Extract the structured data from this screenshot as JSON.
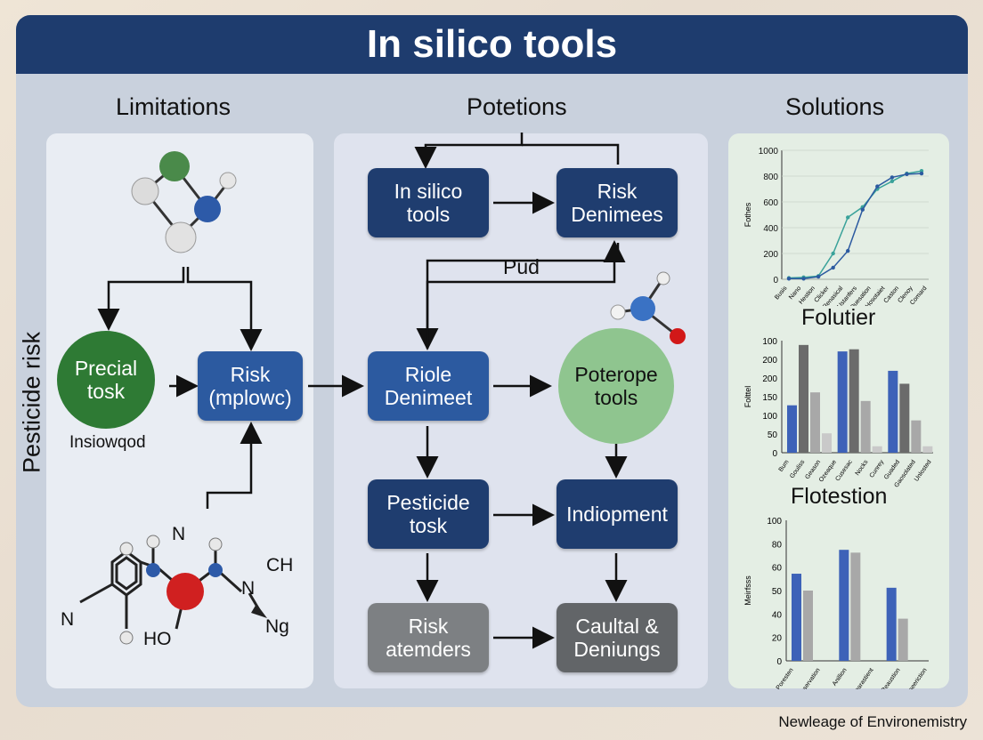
{
  "banner": {
    "title": "In silico tools"
  },
  "columns": {
    "left": "Limitations",
    "middle": "Potetions",
    "right": "Solutions"
  },
  "side_label": "Pesticide risk",
  "left": {
    "circle_label": "Precial\ntosk",
    "under_circle": "Insiowqod",
    "box_label": "Risk\n(mplowc)",
    "mol_labels": {
      "n_top": "N",
      "ch": "CH",
      "n_left": "N",
      "ho": "HO",
      "ng": "Ng"
    }
  },
  "middle": {
    "box1": "In silico\ntools",
    "box2": "Risk\nDenimees",
    "pud": "Pud",
    "box3": "Riole\nDenimeet",
    "circle": "Poterope\ntools",
    "box4": "Pesticide\ntosk",
    "box5": "Indiopment",
    "box6": "Risk\natemders",
    "box7": "Caultal &\nDeniungs"
  },
  "colors": {
    "navy": "#1f3d6f",
    "blue": "#2c5aa0",
    "green": "#2e7a34",
    "light_green": "#8fc58f",
    "gray": "#7d8083"
  },
  "charts": {
    "chart1": {
      "type": "line",
      "ylabel": "Fothes",
      "yticks": [
        "1000",
        "800",
        "600",
        "400",
        "200",
        "0"
      ],
      "xlabels": [
        "Busis",
        "Nano",
        "Hestion",
        "Clicker",
        "Renasical",
        "Ustanfers",
        "Quesation",
        "Hosotaiet",
        "Caston",
        "Clenoy",
        "Comard"
      ],
      "series": [
        {
          "color": "#3aa29a",
          "values": [
            10,
            15,
            25,
            200,
            480,
            560,
            700,
            760,
            820,
            840
          ]
        },
        {
          "color": "#2c5aa0",
          "values": [
            5,
            5,
            20,
            90,
            220,
            540,
            720,
            790,
            815,
            820
          ]
        }
      ],
      "ylim": [
        0,
        1000
      ]
    },
    "chart2": {
      "type": "bar",
      "title": "Folutier",
      "ylabel": "Folttel",
      "yticks": [
        "100",
        "200",
        "200",
        "150",
        "100",
        "50",
        "0"
      ],
      "xlabels": [
        "Bum",
        "Gouliss",
        "Geason",
        "Ozeaque",
        "Cusesac",
        "Nocks",
        "Cunrey",
        "Guaded",
        "Gaosolated",
        "Unlosted"
      ],
      "values": [
        [
          110,
          250,
          140,
          45
        ],
        [
          235,
          240,
          120,
          15
        ],
        [
          190,
          160,
          75,
          15
        ]
      ],
      "ylim": [
        0,
        260
      ]
    },
    "chart3": {
      "type": "bar",
      "title": "Flotestion",
      "ylabel": "Meirfsss",
      "yticks": [
        "100",
        "80",
        "60",
        "50",
        "40",
        "20",
        "0"
      ],
      "xlabels": [
        "Poresten",
        "Conservation",
        "Anillion",
        "Rentearastient",
        "Reaustion",
        "Coolseeriction"
      ],
      "values": [
        [
          62,
          50
        ],
        [
          79,
          77
        ],
        [
          52,
          30
        ]
      ],
      "ylim": [
        0,
        100
      ]
    }
  },
  "credit": "Newleage of Environemistry"
}
